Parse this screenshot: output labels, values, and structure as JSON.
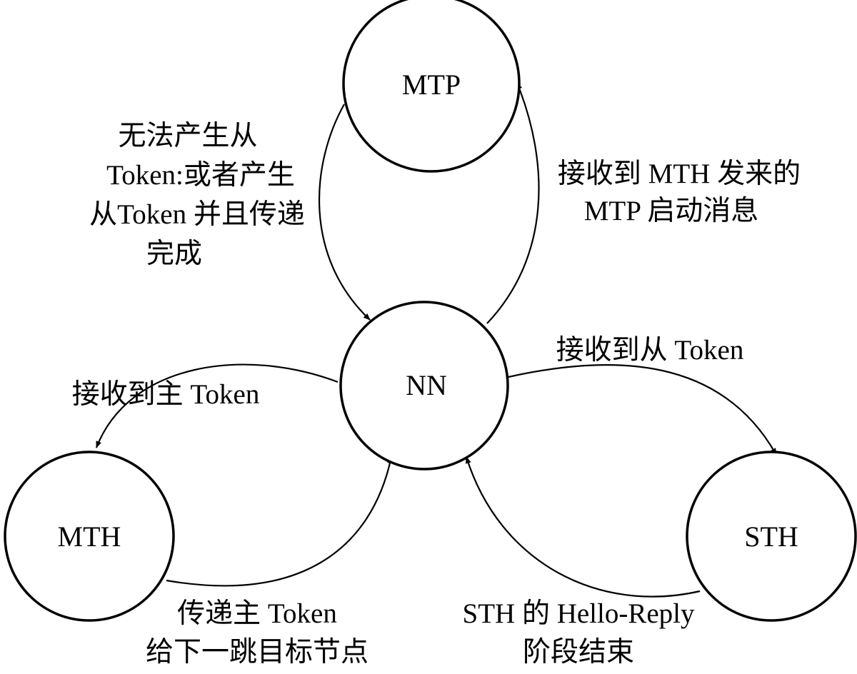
{
  "diagram": {
    "nodes": {
      "mtp": "MTP",
      "nn": "NN",
      "mth": "MTH",
      "sth": "STH"
    },
    "edges": {
      "mtp_to_nn": [
        "无法产生从",
        "Token:或者产生",
        "从Token 并且传递",
        "完成"
      ],
      "nn_to_mtp": [
        "接收到 MTH 发来的",
        "MTP 启动消息"
      ],
      "nn_to_mth": [
        "接收到主 Token"
      ],
      "mth_to_nn": [
        "传递主 Token",
        "给下一跳目标节点"
      ],
      "nn_to_sth": [
        "接收到从 Token"
      ],
      "sth_to_nn": [
        "STH 的 Hello-Reply",
        "阶段结束"
      ]
    },
    "colors": {
      "stroke": "#000000",
      "background": "#ffffff"
    }
  }
}
